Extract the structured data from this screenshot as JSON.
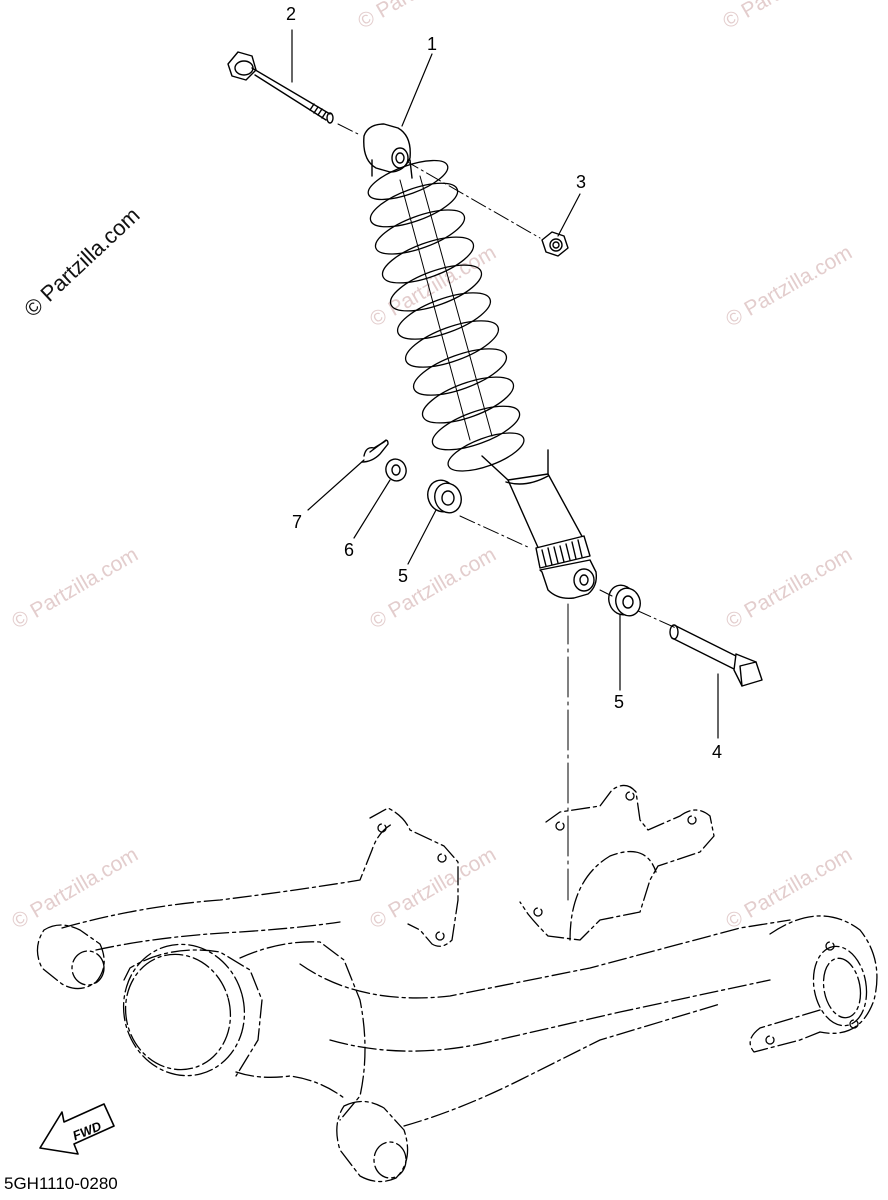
{
  "watermark": {
    "main": "© Partzilla.com",
    "repeat": "© Partzilla.com"
  },
  "callouts": {
    "c1": "1",
    "c2": "2",
    "c3": "3",
    "c4": "4",
    "c5a": "5",
    "c5b": "5",
    "c6": "6",
    "c7": "7"
  },
  "fwd_label": "FWD",
  "diagram_code": "5GH1110-0280",
  "colors": {
    "line": "#000000",
    "watermark": "#e3cdcd"
  }
}
